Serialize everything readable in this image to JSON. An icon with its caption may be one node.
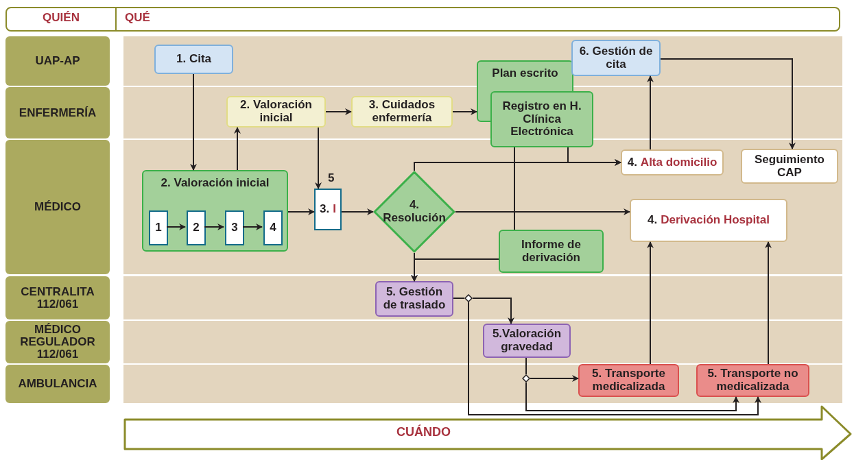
{
  "diagram": {
    "nodes": [
      {
        "text": [
          "QUIÉN",
          "QUÉ"
        ]
      },
      {
        "text": [
          "UAP-AP"
        ]
      },
      {
        "text": [
          "ENFERMERÍA"
        ]
      },
      {
        "text": [
          "MÉDICO"
        ]
      },
      {
        "text": [
          "CENTRALITA 112/061"
        ]
      },
      {
        "text": [
          "MÉDICO REGULADOR 112/061"
        ]
      },
      {
        "text": [
          "AMBULANCIA"
        ]
      },
      {
        "text": [
          "1. Cita"
        ]
      },
      {
        "text": [
          "2. Valoración inicial"
        ]
      },
      {
        "text": [
          "3. Cuidados enfermería"
        ]
      },
      {
        "text": [
          "Plan escrito"
        ]
      },
      {
        "text": [
          "Registro en H. Clínica Electrónica"
        ]
      },
      {
        "text": [
          "6. Gestión de cita"
        ]
      },
      {
        "text": [
          "2. Valoración inicial"
        ]
      },
      {
        "text": [
          "1"
        ],
        "in": 13
      },
      {
        "text": [
          "2"
        ],
        "in": 13
      },
      {
        "text": [
          "3"
        ],
        "in": 13
      },
      {
        "text": [
          "4"
        ],
        "in": 13
      },
      {
        "text": [
          "3.",
          "I"
        ],
        "beside": [
          "5"
        ]
      },
      {
        "text": [
          "4. Resolución"
        ]
      },
      {
        "text": [
          "4.",
          "Alta domicilio"
        ]
      },
      {
        "text": [
          "Seguimiento CAP"
        ]
      },
      {
        "text": [
          "4.",
          "Derivación Hospital"
        ]
      },
      {
        "text": [
          "Informe de derivación"
        ]
      },
      {
        "text": [
          "5. Gestión de traslado"
        ]
      },
      {
        "text": [
          "5.Valoración gravedad"
        ]
      },
      {
        "text": [
          "5. Transporte medicalizada"
        ]
      },
      {
        "text": [
          "5. Transporte no medicalizada"
        ]
      },
      {
        "text": [
          "CUÁNDO"
        ]
      },
      {
        "text": [],
        "shape": "diamond"
      },
      {
        "text": [],
        "shape": "diamond"
      }
    ],
    "edges": [
      {
        "from": 7,
        "to": 13,
        "arrow": "to"
      },
      {
        "from": 13,
        "to": 8,
        "arrow": "to"
      },
      {
        "from": 8,
        "to": 9,
        "arrow": "to"
      },
      {
        "from": 9,
        "to": 10,
        "arrow": "to"
      },
      {
        "from": 8,
        "to": 18,
        "arrow": "to"
      },
      {
        "from": 13,
        "to": 18,
        "arrow": "to"
      },
      {
        "from": 18,
        "to": 19,
        "arrow": "to"
      },
      {
        "from": 19,
        "to": 20,
        "arrow": "to"
      },
      {
        "from": 11,
        "to": 20,
        "arrow": "to"
      },
      {
        "from": 11,
        "to": 23,
        "arrow": "none"
      },
      {
        "from": 19,
        "to": 22,
        "arrow": "to"
      },
      {
        "from": 19,
        "to": 24,
        "arrow": "to"
      },
      {
        "from": 23,
        "to": 24,
        "arrow": "to"
      },
      {
        "from": 20,
        "to": 12,
        "arrow": "to"
      },
      {
        "from": 12,
        "to": 21,
        "arrow": "to"
      },
      {
        "from": 24,
        "to": 29,
        "arrow": "none"
      },
      {
        "from": 29,
        "to": 25,
        "arrow": "to"
      },
      {
        "from": 29,
        "to": 27,
        "arrow": "to"
      },
      {
        "from": 25,
        "to": 30,
        "arrow": "none"
      },
      {
        "from": 30,
        "to": 26,
        "arrow": "to"
      },
      {
        "from": 30,
        "to": 27,
        "arrow": "to"
      },
      {
        "from": 26,
        "to": 22,
        "arrow": "to"
      },
      {
        "from": 27,
        "to": 22,
        "arrow": "to"
      },
      {
        "from": 14,
        "to": 15,
        "arrow": "to"
      },
      {
        "from": 15,
        "to": 16,
        "arrow": "to"
      },
      {
        "from": 16,
        "to": 17,
        "arrow": "to"
      }
    ]
  }
}
